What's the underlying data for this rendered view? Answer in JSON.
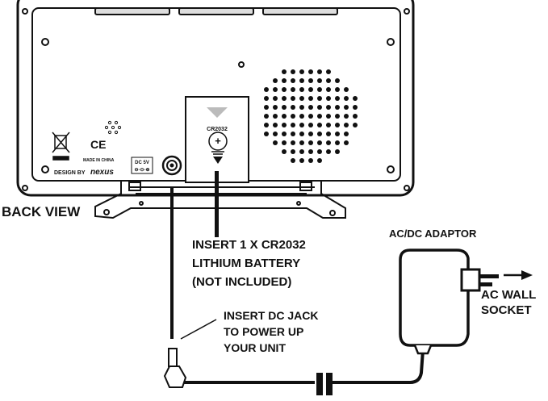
{
  "labels": {
    "back_view": "BACK VIEW",
    "battery_line1": "INSERT 1 X CR2032",
    "battery_line2": "LITHIUM BATTERY",
    "battery_line3": "(NOT INCLUDED)",
    "adaptor": "AC/DC ADAPTOR",
    "socket_line1": "AC WALL",
    "socket_line2": "SOCKET",
    "dcjack_line1": "INSERT DC JACK",
    "dcjack_line2": "TO POWER UP",
    "dcjack_line3": "YOUR UNIT"
  },
  "device": {
    "battery_label": "CR2032",
    "battery_plus": "+",
    "made_in": "MADE IN CHINA",
    "design_by": "DESIGN BY",
    "brand": "nexus",
    "dc_label": "DC 5V",
    "ce_mark": "CE"
  },
  "colors": {
    "ink": "#111111",
    "panel": "#ffffff",
    "shade": "#d8d8d8"
  }
}
